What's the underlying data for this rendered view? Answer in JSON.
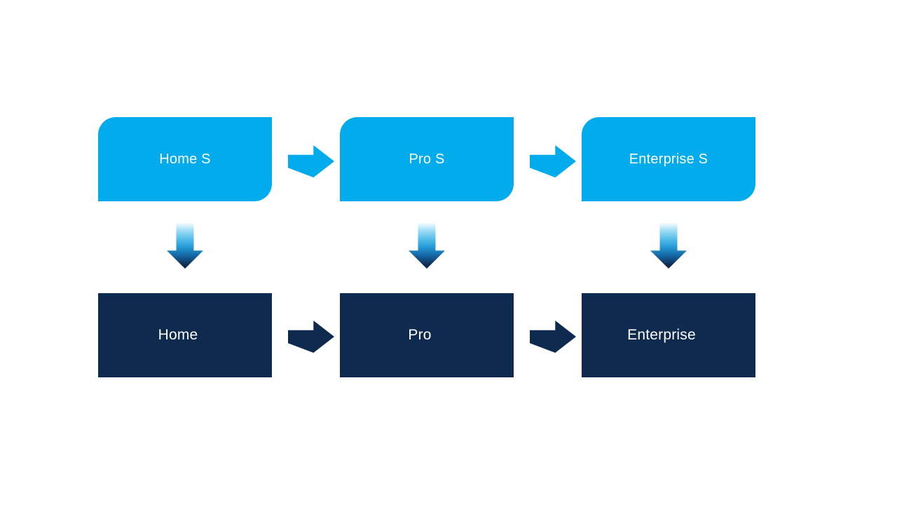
{
  "flowchart": {
    "top_row": [
      {
        "label": "Home S"
      },
      {
        "label": "Pro S"
      },
      {
        "label": "Enterprise S"
      }
    ],
    "bottom_row": [
      {
        "label": "Home"
      },
      {
        "label": "Pro"
      },
      {
        "label": "Enterprise"
      }
    ],
    "colors": {
      "accent_blue": "#02ACEC",
      "navy": "#0E2A4E",
      "label_text": "#FFFFFF"
    }
  }
}
